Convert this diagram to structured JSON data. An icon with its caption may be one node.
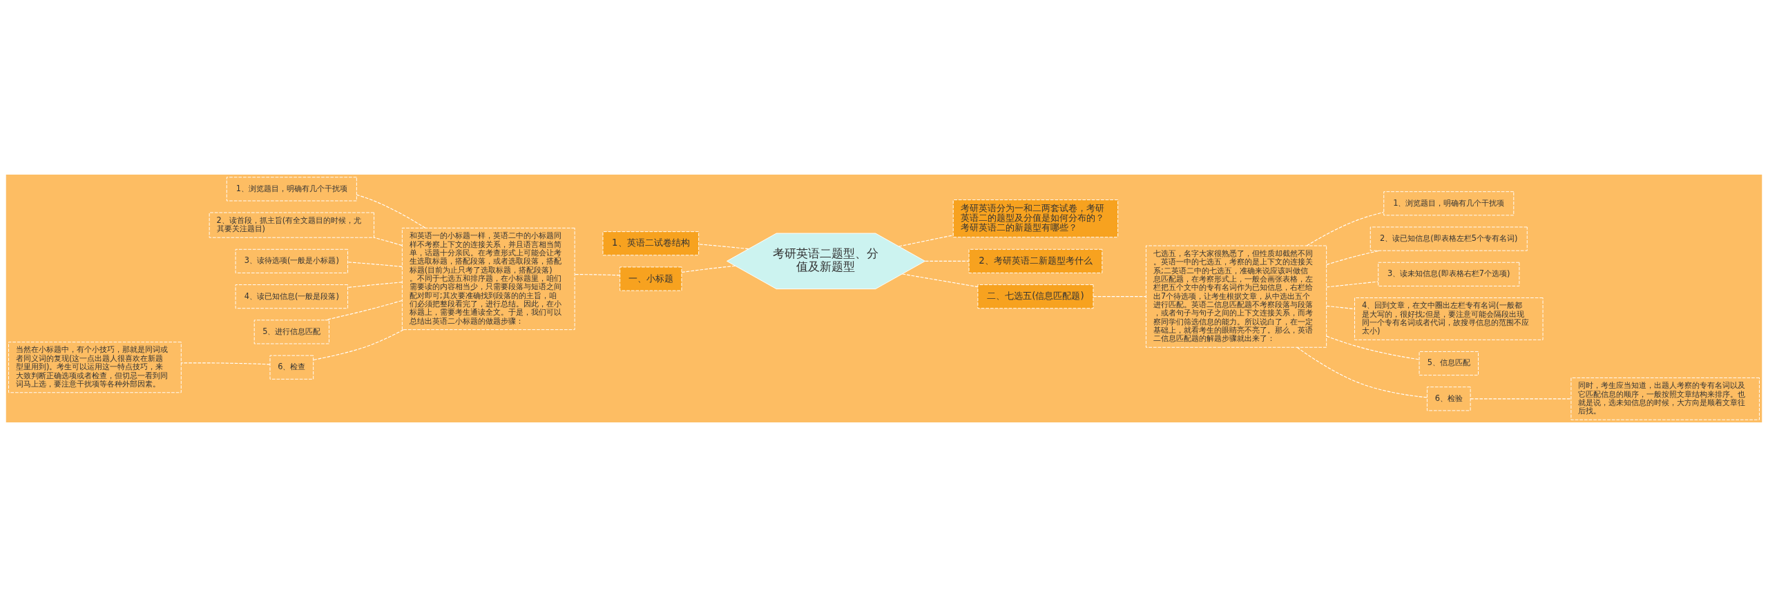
{
  "diagram": {
    "nodes": [
      {
        "text": [
          "考研英语二题型、分值及新题型"
        ]
      },
      {
        "text": [
          "1、英语二试卷结构"
        ]
      },
      {
        "text": [
          "一、小标题"
        ]
      },
      {
        "text": [
          "和英语一的小标题一样，英语二中的小标题同样不考察上下文的连接关系，并且语言相当简单，话题十分亲民。在考查形式上可能会让考生选取标题，搭配段落，或者选取段落，搭配标题(目前为止只考了选取标题，搭配段落)。不同于七选五和排序题，在小标题里，咱们需要读的内容相当少，只需要段落与短语之间配对即可;其次要准确找到段落的的主旨，咱们必须把整段看完了，进行总结。因此，在小标题上，需要考生通读全文。于是，我们可以总结出英语二小标题的做题步骤："
        ]
      },
      {
        "text": [
          "1、浏览题目，明确有几个干扰项"
        ]
      },
      {
        "text": [
          "2、读首段，抓主旨(有全文题目的时候，尤其要关注题目)"
        ]
      },
      {
        "text": [
          "3、读待选项(一般是小标题)"
        ]
      },
      {
        "text": [
          "4、读已知信息(一般是段落)"
        ]
      },
      {
        "text": [
          "5、进行信息匹配"
        ]
      },
      {
        "text": [
          "6、检查"
        ]
      },
      {
        "text": [
          "当然在小标题中，有个小技巧，那就是同词或者同义词的复现(这一点出题人很喜欢在新题型里用到)。考生可以运用这一特点技巧，来大致判断正确选项或者检查，但切忌一看到同词马上选，要注意干扰项等各种外部因素。"
        ]
      },
      {
        "text": [
          "考研英语分为一和二两套试卷，考研英语二的题型及分值是如何分布的？考研英语二的新题型有哪些？"
        ]
      },
      {
        "text": [
          "2、考研英语二新题型考什么"
        ]
      },
      {
        "text": [
          "二、七选五(信息匹配题)"
        ]
      },
      {
        "text": [
          "七选五，名字大家很熟悉了，但性质却截然不同。英语一中的七选五，考察的是上下文的连接关系;二英语二中的七选五，准确来说应该叫做信息匹配题，在考察形式上，一般会画张表格，左栏把五个文中的专有名词作为已知信息，右栏给出7个待选项，让考生根据文章，从中选出五个进行匹配。英语二信息匹配题不考察段落与段落，或者句子与句子之间的上下文连接关系，而考察同学们筛选信息的能力。所以说白了，在一定基础上，就看考生的眼睛亮不亮了。那么，英语二信息匹配题的解题步骤就出来了："
        ]
      },
      {
        "text": [
          "1、浏览题目，明确有几个干扰项"
        ]
      },
      {
        "text": [
          "2、读已知信息(即表格左栏5个专有名词)"
        ]
      },
      {
        "text": [
          "3、读未知信息(即表格右栏7个选项)"
        ]
      },
      {
        "text": [
          "4、回到文章，在文中圈出左栏专有名词(一般都是大写的，很好找;但是，要注意可能会隔段出现同一个专有名词或者代词，故搜寻信息的范围不应太小)"
        ]
      },
      {
        "text": [
          "5、信息匹配"
        ]
      },
      {
        "text": [
          "6、检验"
        ]
      },
      {
        "text": [
          "同时，考生应当知道，出题人考察的专有名词以及它匹配信息的顺序，一般按照文章结构来排序。也就是说，选未知信息的时候，大方向是顺着文章往后找。"
        ]
      }
    ],
    "edges": [
      {
        "from": 0,
        "to": 1,
        "arrow": "none",
        "style": "dashed"
      },
      {
        "from": 0,
        "to": 2,
        "arrow": "none",
        "style": "dashed"
      },
      {
        "from": 2,
        "to": 3,
        "arrow": "none",
        "style": "dashed"
      },
      {
        "from": 3,
        "to": 4,
        "arrow": "none",
        "style": "dashed"
      },
      {
        "from": 3,
        "to": 5,
        "arrow": "none",
        "style": "dashed"
      },
      {
        "from": 3,
        "to": 6,
        "arrow": "none",
        "style": "dashed"
      },
      {
        "from": 3,
        "to": 7,
        "arrow": "none",
        "style": "dashed"
      },
      {
        "from": 3,
        "to": 8,
        "arrow": "none",
        "style": "dashed"
      },
      {
        "from": 3,
        "to": 9,
        "arrow": "none",
        "style": "dashed"
      },
      {
        "from": 9,
        "to": 10,
        "arrow": "none",
        "style": "dashed"
      },
      {
        "from": 0,
        "to": 11,
        "arrow": "none",
        "style": "dashed"
      },
      {
        "from": 0,
        "to": 12,
        "arrow": "none",
        "style": "dashed"
      },
      {
        "from": 0,
        "to": 13,
        "arrow": "none",
        "style": "dashed"
      },
      {
        "from": 13,
        "to": 14,
        "arrow": "none",
        "style": "dashed"
      },
      {
        "from": 14,
        "to": 15,
        "arrow": "none",
        "style": "dashed"
      },
      {
        "from": 14,
        "to": 16,
        "arrow": "none",
        "style": "dashed"
      },
      {
        "from": 14,
        "to": 17,
        "arrow": "none",
        "style": "dashed"
      },
      {
        "from": 14,
        "to": 18,
        "arrow": "none",
        "style": "dashed"
      },
      {
        "from": 14,
        "to": 19,
        "arrow": "none",
        "style": "dashed"
      },
      {
        "from": 14,
        "to": 20,
        "arrow": "none",
        "style": "dashed"
      },
      {
        "from": 20,
        "to": 21,
        "arrow": "none",
        "style": "dashed"
      }
    ]
  }
}
